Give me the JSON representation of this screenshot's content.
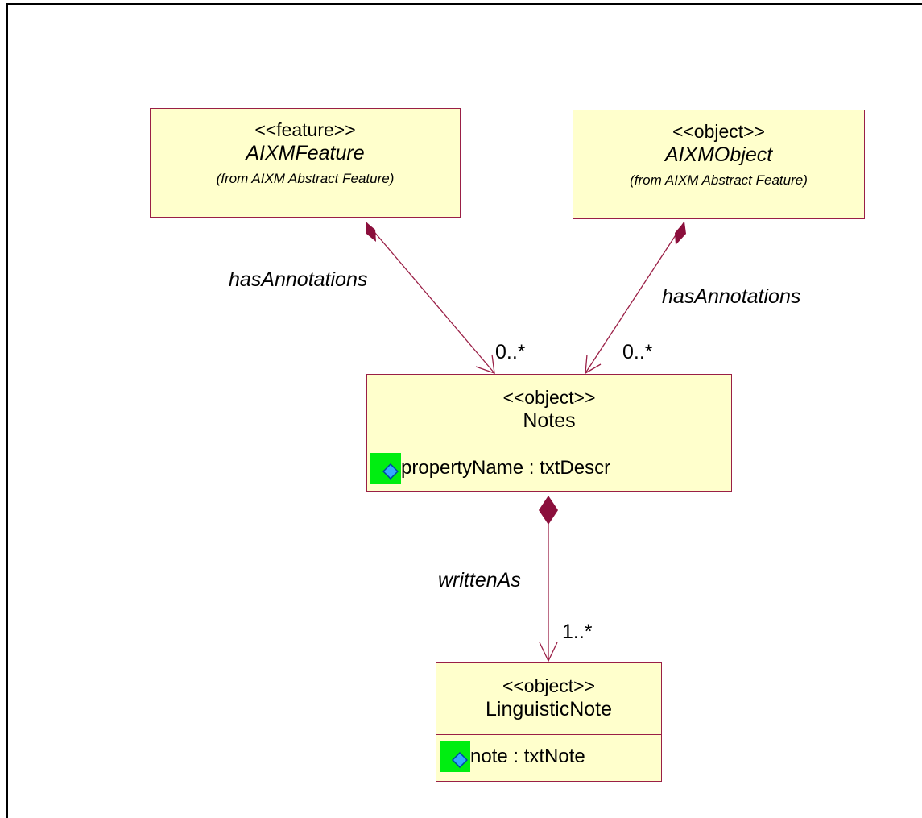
{
  "classes": {
    "feature": {
      "stereotype": "<<feature>>",
      "name": "AIXMFeature",
      "source": "(from AIXM Abstract Feature)"
    },
    "object": {
      "stereotype": "<<object>>",
      "name": "AIXMObject",
      "source": "(from AIXM Abstract Feature)"
    },
    "notes": {
      "stereotype": "<<object>>",
      "name": "Notes",
      "attribute": "propertyName : txtDescr"
    },
    "linguistic": {
      "stereotype": "<<object>>",
      "name": "LinguisticNote",
      "attribute": "note : txtNote"
    }
  },
  "associations": {
    "feature_notes": {
      "role": "hasAnnotations",
      "multiplicity": "0..*"
    },
    "object_notes": {
      "role": "hasAnnotations",
      "multiplicity": "0..*"
    },
    "notes_linguistic": {
      "role": "writtenAs",
      "multiplicity": "1..*"
    }
  },
  "colors": {
    "class_fill": "#ffffcc",
    "class_border": "#9a1f46",
    "association_line": "#9a1f46",
    "composition_diamond": "#8b0f3c",
    "attribute_icon_bg": "#00ee11",
    "attribute_icon": "#33aaff"
  },
  "icons": {
    "attribute": "public-attribute-icon"
  }
}
